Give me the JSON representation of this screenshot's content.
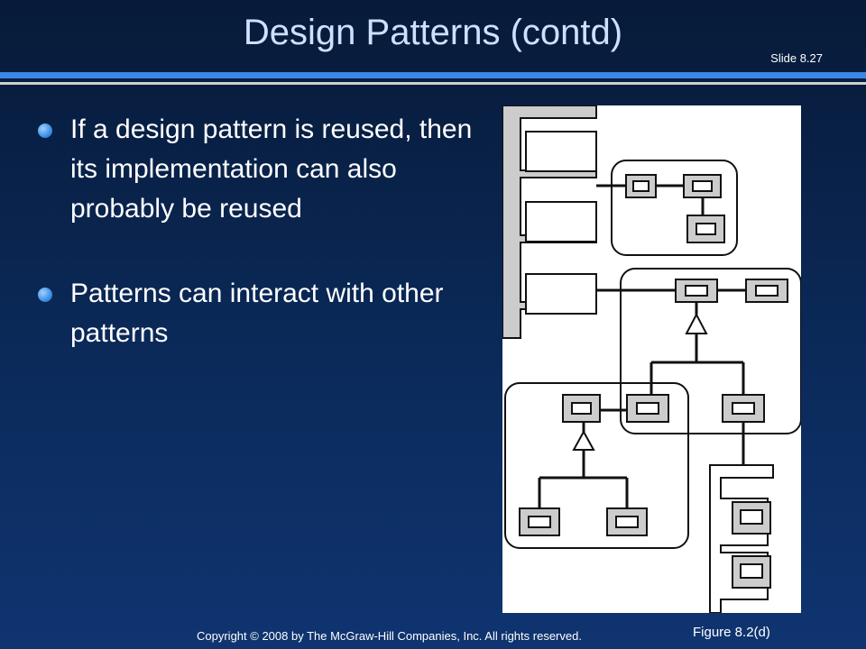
{
  "slide": {
    "title": "Design Patterns (contd)",
    "number": "Slide 8.27"
  },
  "bullets": [
    "If a design pattern is reused, then its implementation can also probably be reused",
    "Patterns can interact with other patterns"
  ],
  "figure": {
    "caption": "Figure 8.2(d)"
  },
  "footer": {
    "copyright": "Copyright © 2008 by The McGraw-Hill Companies, Inc.  All rights reserved."
  },
  "colors": {
    "accent": "#3b86e6",
    "title": "#cfe0ff",
    "box_fill": "#d0d0d0"
  }
}
